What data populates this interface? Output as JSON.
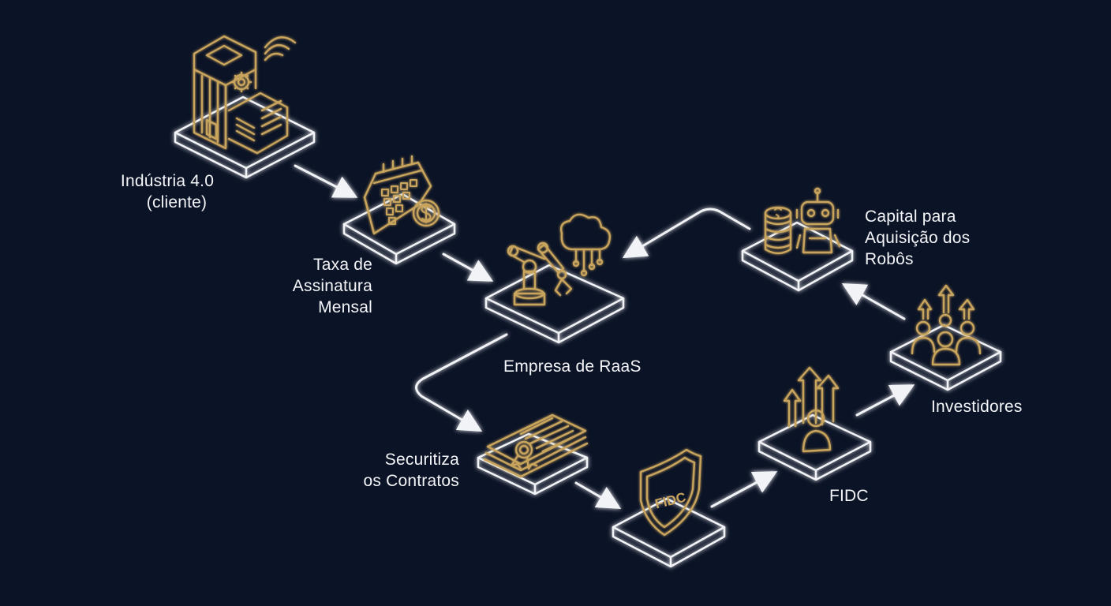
{
  "nodes": {
    "industria": {
      "line1": "Indústria 4.0",
      "line2": "(cliente)"
    },
    "taxa": {
      "line1": "Taxa de",
      "line2": "Assinatura",
      "line3": "Mensal"
    },
    "empresa": {
      "line1": "Empresa de RaaS"
    },
    "securitiza": {
      "line1": "Securitiza",
      "line2": "os Contratos"
    },
    "fidc_shield": {
      "badge": "FIDC"
    },
    "fidc": {
      "line1": "FIDC"
    },
    "investidores": {
      "line1": "Investidores"
    },
    "capital": {
      "line1": "Capital para",
      "line2": "Aquisição dos",
      "line3": "Robôs"
    }
  },
  "colors": {
    "background": "#0b1326",
    "gold": "#c9a45c",
    "platform_stroke": "#f2f3f6",
    "arrow": "#f2f3f6",
    "text": "#f4f5f8"
  },
  "icons": {
    "industria": "smart-factory-building-icon",
    "taxa": "calendar-dollar-icon",
    "empresa": "robot-arm-cloud-icon",
    "securitiza": "contract-documents-seal-icon",
    "fidc_shield": "shield-fidc-icon",
    "fidc": "person-growth-arrows-icon",
    "investidores": "investor-group-arrows-icon",
    "capital": "coins-robot-icon"
  }
}
